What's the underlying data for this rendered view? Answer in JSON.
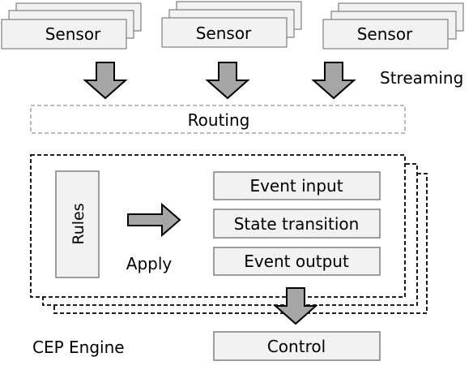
{
  "sensors": [
    "Sensor",
    "Sensor",
    "Sensor"
  ],
  "streaming_label": "Streaming",
  "routing_label": "Routing",
  "rules_label": "Rules",
  "apply_label": "Apply",
  "stages": [
    "Event input",
    "State transition",
    "Event output"
  ],
  "engine_label": "CEP Engine",
  "control_label": "Control",
  "colors": {
    "box_fill": "#f2f2f2",
    "box_stroke": "#7f7f7f",
    "arrow_fill": "#a6a6a6",
    "routing_stroke": "#a6a6a6"
  }
}
